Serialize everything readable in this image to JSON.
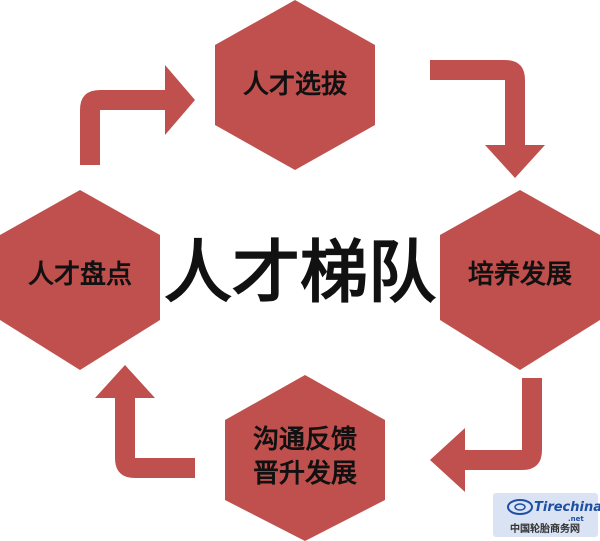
{
  "center_title": "人才梯队",
  "nodes": {
    "top": "人才选拔",
    "right": "培养发展",
    "bottom_line1": "沟通反馈",
    "bottom_line2": "晋升发展",
    "left": "人才盘点"
  },
  "watermark": {
    "brand": "Tirechina",
    "domain": ".net",
    "caption": "中国轮胎商务网"
  },
  "colors": {
    "hex_fill": "#C0504D",
    "arrow_fill": "#C0504D",
    "text": "#111111",
    "watermark_blue": "#1E4FA3",
    "watermark_bg": "#D9E3F3"
  }
}
